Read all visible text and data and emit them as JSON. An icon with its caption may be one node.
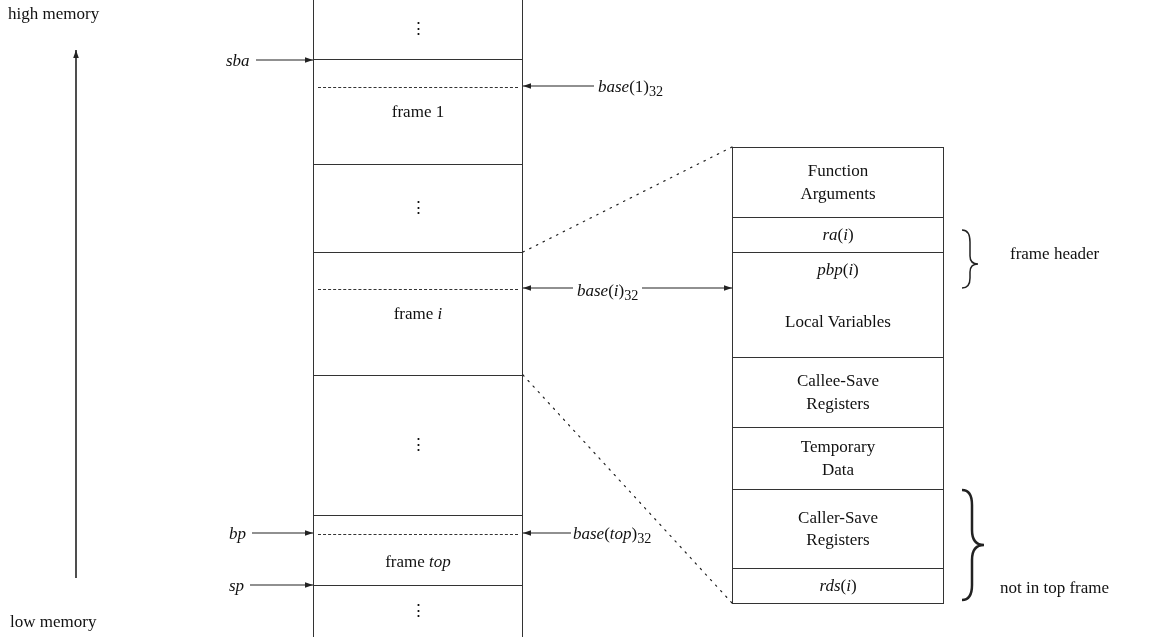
{
  "diagram": {
    "nodes": [
      {
        "text": [
          "⋮"
        ]
      },
      {
        "text": [
          "frame 1"
        ]
      },
      {
        "text": [
          "⋮"
        ]
      },
      {
        "text": [
          "frame *i*"
        ]
      },
      {
        "text": [
          "⋮"
        ]
      },
      {
        "text": [
          "frame *top*"
        ]
      },
      {
        "text": [
          "⋮"
        ]
      },
      {
        "text": [
          "sba"
        ]
      },
      {
        "text": [
          "*base*(1)$_{32}$"
        ]
      },
      {
        "text": [
          "*base*(*i*)$_{32}$"
        ]
      },
      {
        "text": [
          "bp"
        ]
      },
      {
        "text": [
          "*base*(*top*)$_{32}$"
        ]
      },
      {
        "text": [
          "sp"
        ]
      },
      {
        "text": [
          "Function Arguments"
        ]
      },
      {
        "text": [
          "*ra*(*i*)"
        ]
      },
      {
        "text": [
          "*pbp*(*i*)"
        ]
      },
      {
        "text": [
          "Local Variables"
        ]
      },
      {
        "text": [
          "Callee-Save Registers"
        ]
      },
      {
        "text": [
          "Temporary Data"
        ]
      },
      {
        "text": [
          "Caller-Save Registers"
        ]
      },
      {
        "text": [
          "*rds*(*i*)"
        ]
      }
    ],
    "edges": [
      {
        "from": 7,
        "to": 1,
        "arrow": "to"
      },
      {
        "from": 8,
        "to": 1,
        "arrow": "to"
      },
      {
        "from": 9,
        "to": 3,
        "arrow": "to"
      },
      {
        "from": 9,
        "to": 16,
        "arrow": "to"
      },
      {
        "from": 10,
        "to": 5,
        "arrow": "to"
      },
      {
        "from": 11,
        "to": 5,
        "arrow": "to"
      },
      {
        "from": 12,
        "to": 5,
        "arrow": "to"
      },
      {
        "from": 3,
        "to": 13,
        "arrow": "none",
        "style": "dashed"
      },
      {
        "from": 3,
        "to": 20,
        "arrow": "none",
        "style": "dashed"
      }
    ],
    "labels": [
      "high memory",
      "low memory",
      "frame header",
      "not in top frame"
    ]
  }
}
